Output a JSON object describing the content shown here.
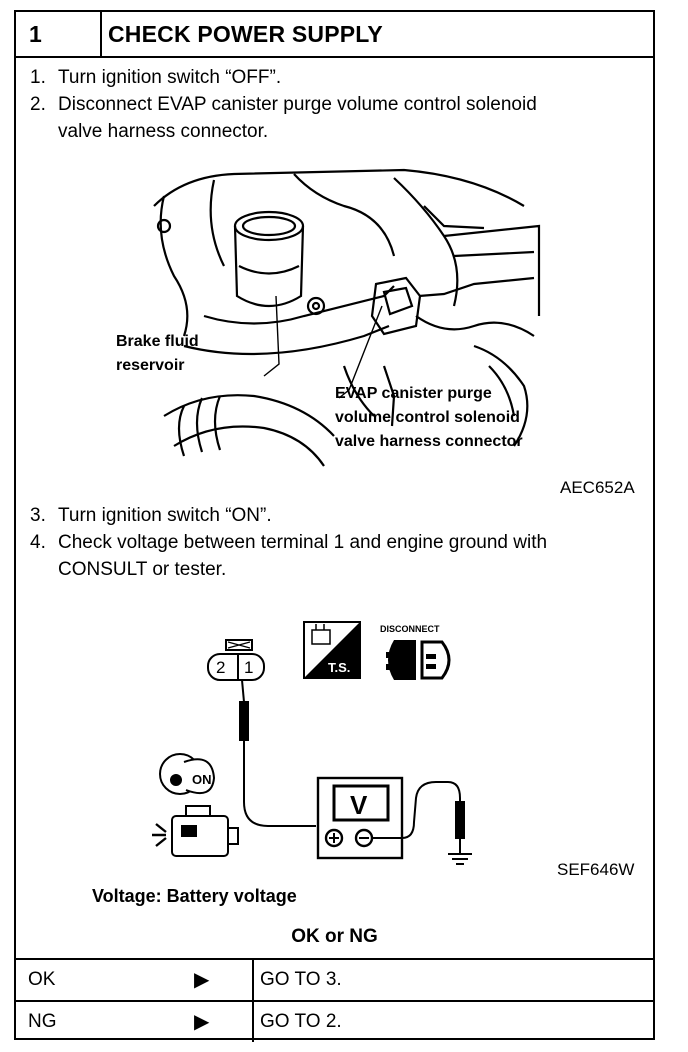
{
  "header": {
    "number": "1",
    "title": "CHECK POWER SUPPLY"
  },
  "steps": [
    {
      "num": "1.",
      "lines": [
        "Turn ignition switch “OFF”."
      ]
    },
    {
      "num": "2.",
      "lines": [
        "Disconnect EVAP canister purge volume control solenoid",
        "valve harness connector."
      ]
    },
    {
      "num": "3.",
      "lines": [
        "Turn ignition switch “ON”."
      ]
    },
    {
      "num": "4.",
      "lines": [
        "Check voltage between terminal 1 and engine ground with",
        "CONSULT or tester."
      ]
    }
  ],
  "figure1": {
    "label_brake": [
      "Brake fluid",
      "reservoir"
    ],
    "label_evap": [
      "EVAP canister purge",
      "volume control solenoid",
      "valve harness connector"
    ],
    "code": "AEC652A"
  },
  "figure2": {
    "connector_terms": [
      "2",
      "1"
    ],
    "ts_label": "T.S.",
    "disconnect_label": "DISCONNECT",
    "switch_label": "ON",
    "meter_label": "V",
    "code": "SEF646W"
  },
  "result": {
    "voltage_text": "Voltage: Battery voltage",
    "ok_ng": "OK or NG"
  },
  "outcomes": [
    {
      "label": "OK",
      "arrow": "▶",
      "action": "GO TO 3."
    },
    {
      "label": "NG",
      "arrow": "▶",
      "action": "GO TO 2."
    }
  ]
}
